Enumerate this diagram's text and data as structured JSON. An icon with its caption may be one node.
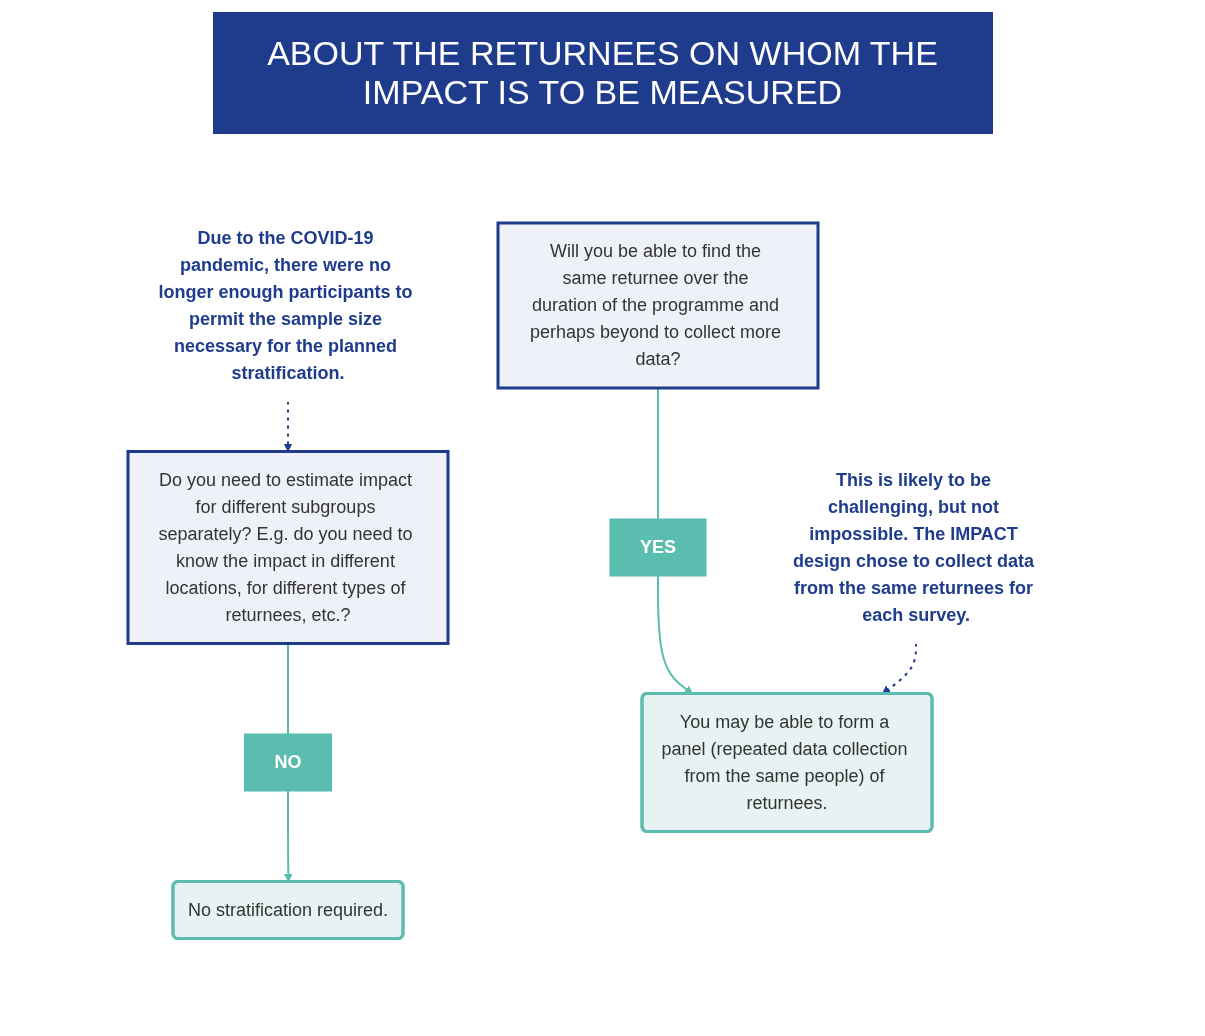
{
  "diagram": {
    "title": "ABOUT THE RETURNEES ON WHOM THE IMPACT IS TO BE MEASURED",
    "nodes": [
      {
        "text": [
          "Due to the COVID-19 pandemic, there were no longer enough participants to permit the sample size necessary for the planned stratification."
        ]
      },
      {
        "text": [
          "Do you need to estimate impact for different subgroups separately? E.g. do you need to know the impact in different locations, for different types of returnees, etc.?"
        ]
      },
      {
        "text": [
          "NO"
        ]
      },
      {
        "text": [
          "No stratification required."
        ]
      },
      {
        "text": [
          "Will you be able to find the same returnee over the duration of the programme and perhaps beyond to collect more data?"
        ]
      },
      {
        "text": [
          "YES"
        ]
      },
      {
        "text": [
          "You may be able to form a panel (repeated data collection from the same people) of returnees."
        ]
      },
      {
        "text": [
          "This is likely to be challenging, but not impossible. The IMPACT design chose to collect data from the same returnees for each survey."
        ]
      }
    ],
    "edges": [
      {
        "from": 0,
        "to": 1,
        "arrow": "to",
        "style": "dashed",
        "color": "#1f3c8c"
      },
      {
        "from": 1,
        "to": 2,
        "arrow": "none"
      },
      {
        "from": 2,
        "to": 3,
        "arrow": "to"
      },
      {
        "from": 4,
        "to": 5,
        "arrow": "none"
      },
      {
        "from": 5,
        "to": 6,
        "arrow": "to"
      },
      {
        "from": 7,
        "to": 6,
        "arrow": "to",
        "style": "dashed",
        "color": "#1f3c8c"
      }
    ]
  }
}
